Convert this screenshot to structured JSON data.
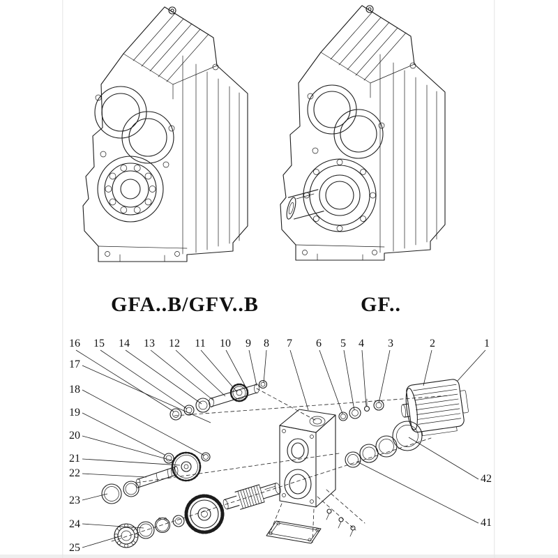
{
  "models": {
    "left_label": "GFA..B/GFV..B",
    "right_label": "GF.."
  },
  "callouts": {
    "top": [
      "16",
      "15",
      "14",
      "13",
      "12",
      "11",
      "10",
      "9",
      "8",
      "7",
      "6",
      "5",
      "4",
      "3",
      "2",
      "1"
    ],
    "left": [
      "17",
      "18",
      "19",
      "20",
      "21",
      "22",
      "23",
      "24",
      "25"
    ],
    "right": [
      "42",
      "41"
    ]
  },
  "colors": {
    "ink": "#1c1c1c",
    "paper": "#ffffff"
  }
}
